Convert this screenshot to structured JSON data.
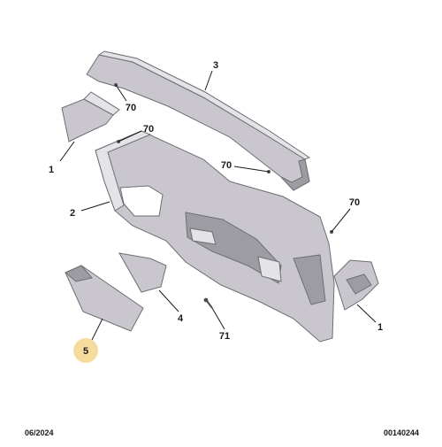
{
  "callouts": {
    "c3": "3",
    "c70a": "70",
    "c70b": "70",
    "c70c": "70",
    "c70d": "70",
    "c1a": "1",
    "c1b": "1",
    "c2": "2",
    "c4": "4",
    "c5": "5",
    "c71": "71"
  },
  "footer": {
    "date": "06/2024",
    "ref": "00140244"
  },
  "colors": {
    "part_fill": "#c9c7cd",
    "part_dark": "#9e9ca3",
    "part_light": "#e4e3e7",
    "outline": "#6f6e74",
    "highlight_circle": "#f6dc9c",
    "text": "#1a1a1a"
  }
}
